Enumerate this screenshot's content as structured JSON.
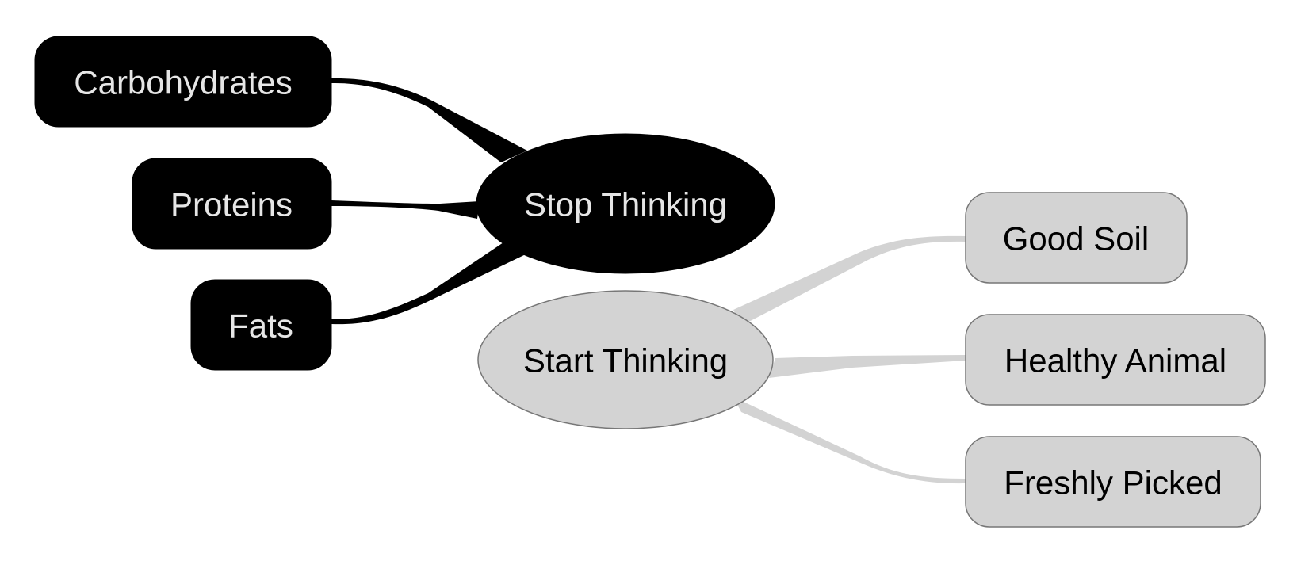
{
  "colors": {
    "dark_fill": "#000000",
    "dark_text": "#e6e6e6",
    "light_fill": "#d3d3d3",
    "light_stroke": "#777777",
    "light_text": "#000000",
    "light_edge": "#d3d3d3"
  },
  "stop_group": {
    "center_label": "Stop Thinking",
    "items": [
      {
        "label": "Carbohydrates"
      },
      {
        "label": "Proteins"
      },
      {
        "label": "Fats"
      }
    ]
  },
  "start_group": {
    "center_label": "Start Thinking",
    "items": [
      {
        "label": "Good Soil"
      },
      {
        "label": "Healthy Animal"
      },
      {
        "label": "Freshly Picked"
      }
    ]
  }
}
